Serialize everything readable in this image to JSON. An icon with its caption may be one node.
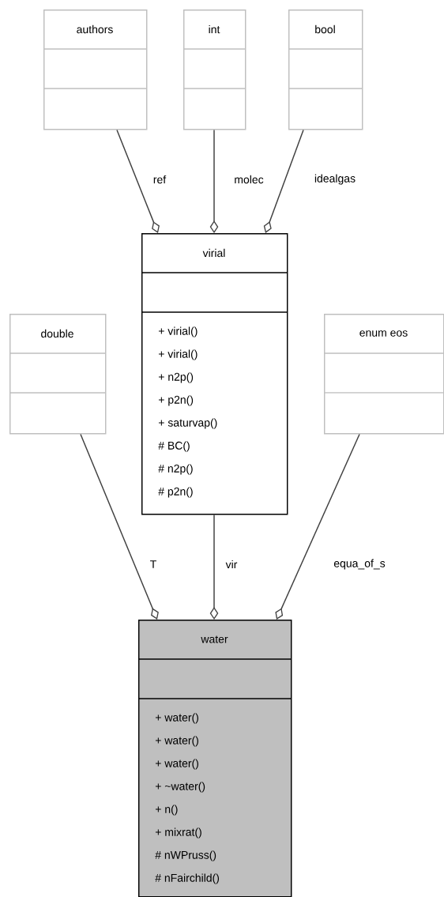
{
  "diagram": {
    "nodes": [
      {
        "text": [
          "authors"
        ]
      },
      {
        "text": [
          "int"
        ]
      },
      {
        "text": [
          "bool"
        ]
      },
      {
        "text": [
          "virial",
          "+ virial()",
          "+ virial()",
          "+ n2p()",
          "+ p2n()",
          "+ saturvap()",
          "# BC()",
          "# n2p()",
          "# p2n()"
        ]
      },
      {
        "text": [
          "double"
        ]
      },
      {
        "text": [
          "enum eos"
        ]
      },
      {
        "text": [
          "water",
          "+ water()",
          "+ water()",
          "+ water()",
          "+ ~water()",
          "+ n()",
          "+ mixrat()",
          "# nWPruss()",
          "# nFairchild()"
        ]
      }
    ],
    "edges": [
      {
        "from": 0,
        "to": 3,
        "arrow": "other",
        "label": "ref"
      },
      {
        "from": 1,
        "to": 3,
        "arrow": "other",
        "label": "molec"
      },
      {
        "from": 2,
        "to": 3,
        "arrow": "other",
        "label": "idealgas"
      },
      {
        "from": 4,
        "to": 6,
        "arrow": "other",
        "label": "T"
      },
      {
        "from": 3,
        "to": 6,
        "arrow": "other",
        "label": "vir"
      },
      {
        "from": 5,
        "to": 6,
        "arrow": "other",
        "label": "equa_of_s"
      }
    ]
  }
}
